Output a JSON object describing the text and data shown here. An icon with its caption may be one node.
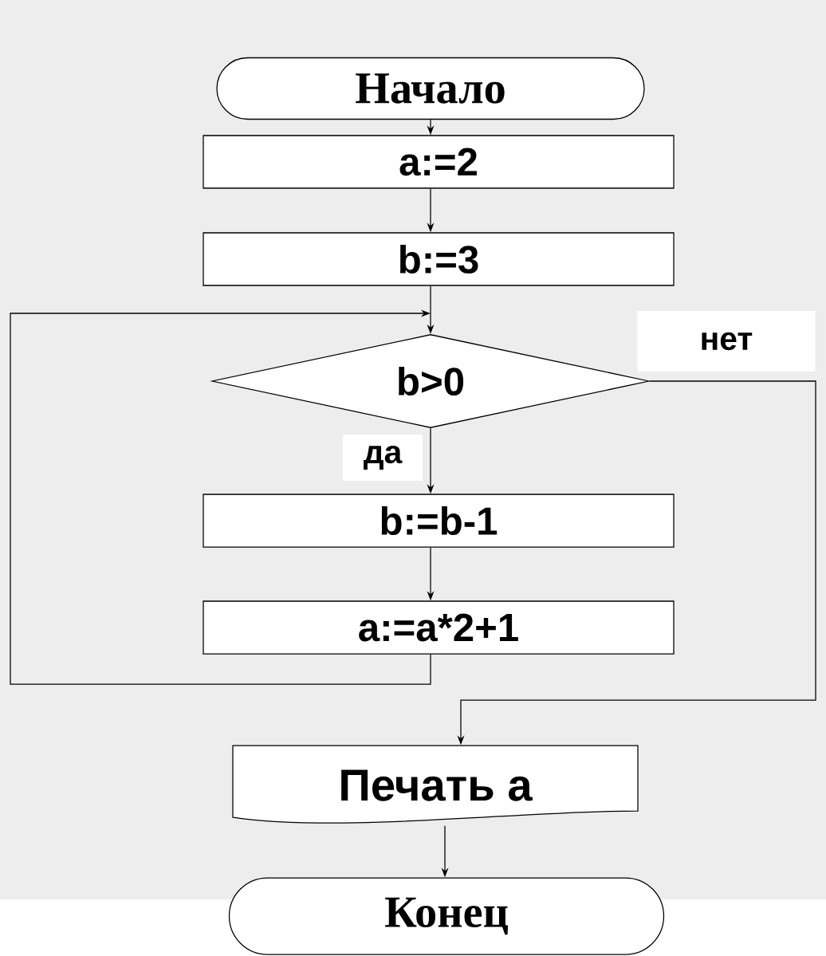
{
  "diagram": {
    "nodes": [
      {
        "text": [
          "Начало"
        ]
      },
      {
        "text": [
          "a:=2"
        ]
      },
      {
        "text": [
          "b:=3"
        ]
      },
      {
        "text": [
          "b>0"
        ]
      },
      {
        "text": [
          "b:=b-1"
        ]
      },
      {
        "text": [
          "a:=a*2+1"
        ]
      },
      {
        "text": [
          "Печать а"
        ]
      },
      {
        "text": [
          "Конец"
        ]
      }
    ],
    "edges": [
      {
        "from": 0,
        "to": 1,
        "arrow": "to"
      },
      {
        "from": 1,
        "to": 2,
        "arrow": "to"
      },
      {
        "from": 2,
        "to": 3,
        "arrow": "to"
      },
      {
        "from": 3,
        "to": 4,
        "arrow": "to",
        "label": "да"
      },
      {
        "from": 4,
        "to": 5,
        "arrow": "to"
      },
      {
        "from": 5,
        "to": 3,
        "arrow": "to"
      },
      {
        "from": 3,
        "to": 6,
        "arrow": "to",
        "label": "нет"
      },
      {
        "from": 6,
        "to": 7,
        "arrow": "to"
      }
    ]
  }
}
